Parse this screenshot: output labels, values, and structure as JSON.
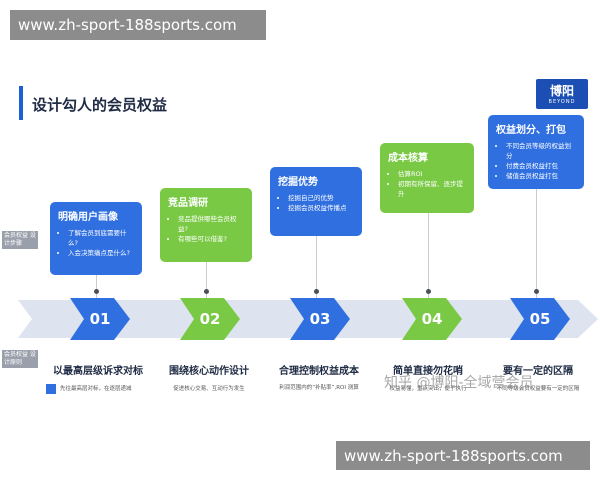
{
  "header_url": "www.zh-sport-188sports.com",
  "footer_url": "www.zh-sport-188sports.com",
  "title": "设计勾人的会员权益",
  "logo": {
    "main": "博阳",
    "sub": "BEYOND"
  },
  "side_labels": {
    "top": "会员权益 设计步骤",
    "bottom": "会员权益 设计原则"
  },
  "steps": [
    {
      "num": "01",
      "color": "blue",
      "card_title": "明确用户画像",
      "bullets": [
        "了解会员到底需要什么?",
        "入会决策痛点是什么?"
      ],
      "bottom_title": "以最高层级诉求对标",
      "bottom_desc": "先往最高层对标，在逐层递减"
    },
    {
      "num": "02",
      "color": "green",
      "card_title": "竞品调研",
      "bullets": [
        "竞品提供哪些会员权益?",
        "有哪些可以借鉴?"
      ],
      "bottom_title": "围绕核心动作设计",
      "bottom_desc": "促进核心交易、互动行为发生"
    },
    {
      "num": "03",
      "color": "blue",
      "card_title": "挖掘优势",
      "bullets": [
        "挖掘自己的优势",
        "挖掘会员权益传播点"
      ],
      "bottom_title": "合理控制权益成本",
      "bottom_desc": "利润范围内的“补贴率”,ROI 测算"
    },
    {
      "num": "04",
      "color": "green",
      "card_title": "成本核算",
      "bullets": [
        "估算ROI",
        "初期有所保留、逐步提升"
      ],
      "bottom_title": "简单直接勿花哨",
      "bottom_desc": "权益易懂，重点突出，便于执行"
    },
    {
      "num": "05",
      "color": "blue",
      "card_title": "权益划分、打包",
      "bullets": [
        "不同会员等级的权益划分",
        "付费会员权益打包",
        "储值会员权益打包"
      ],
      "bottom_title": "要有一定的区隔",
      "bottom_desc": "不同等级会员权益要有一定的区隔"
    }
  ],
  "watermark": "知乎 @博阳-全域营会员",
  "colors": {
    "blue": "#2f6fe0",
    "green": "#79c944",
    "band": "#dde4ef"
  }
}
